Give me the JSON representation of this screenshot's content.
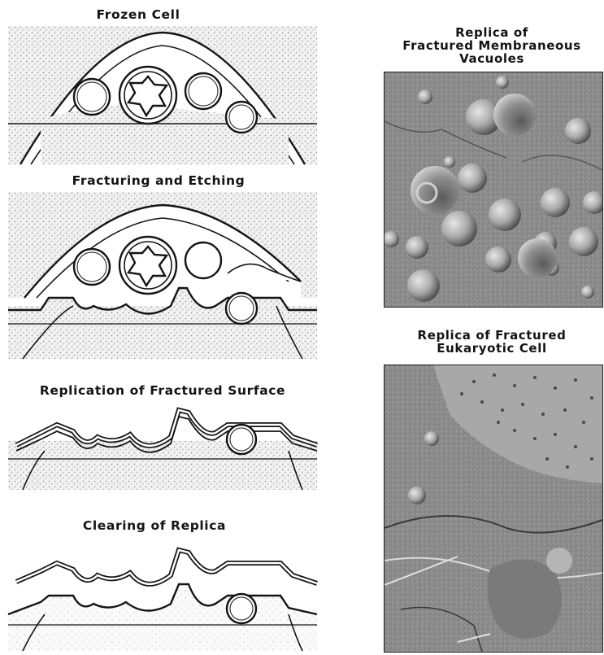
{
  "left_column": {
    "step1_title": "Frozen Cell",
    "step2_title": "Fracturing and Etching",
    "step3_title": "Replication of Fractured Surface",
    "step4_title": "Clearing of Replica"
  },
  "right_column": {
    "photo1_title_line1": "Replica of",
    "photo1_title_line2": "Fractured Membraneous",
    "photo1_title_line3": "Vacuoles",
    "photo2_title_line1": "Replica of Fractured",
    "photo2_title_line2": "Eukaryotic Cell"
  },
  "colors": {
    "ink": "#141414",
    "stipple": "#9a9a9a",
    "photo_base": "#8c8c8c"
  }
}
